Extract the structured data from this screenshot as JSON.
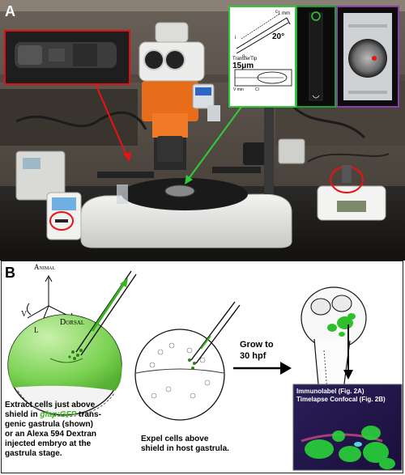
{
  "panel_a": {
    "letter": "A",
    "schematic": {
      "dimension_1mm": "1 mm",
      "angle": "20°",
      "transfer_tip_label": "TransferTip",
      "tip_size": "15μm",
      "label_i": "i",
      "label_o": "o",
      "label_c": "c",
      "label_vmin": "V min",
      "label_cl": "Cl"
    }
  },
  "panel_b": {
    "letter": "B",
    "compass": {
      "animal": "Animal",
      "dorsal": "Dorsal",
      "v": "V",
      "l": "L"
    },
    "caption_1": {
      "line1": "Extract cells just above",
      "line2_pre": "shield in ",
      "line2_gene": "gfap:GFP",
      "line2_post": " trans-",
      "line3": "genic gastrula (shown)",
      "line4": "or an Alexa 594 Dextran",
      "line5": "injected embryo at the",
      "line6": "gastrula stage."
    },
    "caption_2": {
      "line1": "Expel cells above",
      "line2": "shield in host gastrula."
    },
    "grow": {
      "line1": "Grow to",
      "line2": "30 hpf"
    },
    "micrograph": {
      "line1": "Immunolabel  (Fig. 2A)",
      "line2": "Timelapse Confocal (Fig. 2B)"
    }
  }
}
